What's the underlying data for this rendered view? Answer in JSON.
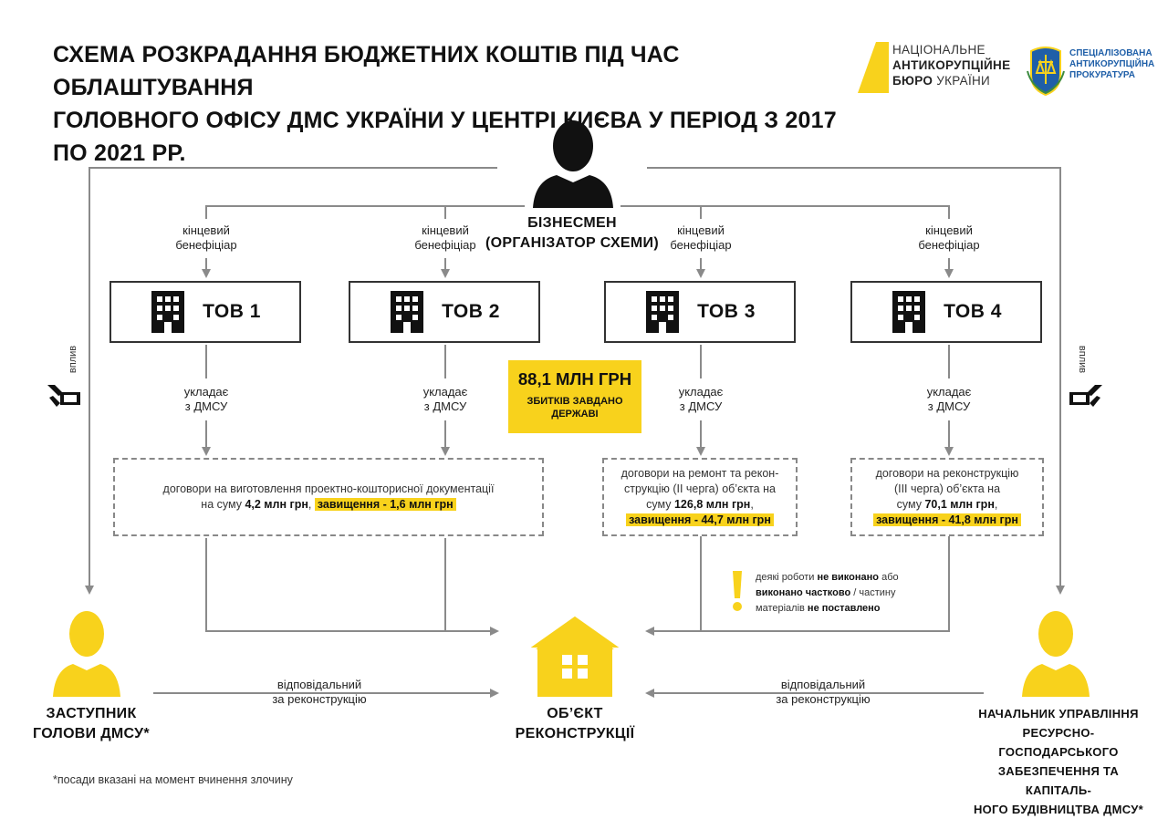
{
  "title": {
    "line1": "СХЕМА РОЗКРАДАННЯ БЮДЖЕТНИХ КОШТІВ ПІД ЧАС ОБЛАШТУВАННЯ",
    "line2": "ГОЛОВНОГО ОФІСУ ДМС УКРАЇНИ У ЦЕНТРІ КИЄВА У ПЕРІОД З 2017 ПО 2021 РР."
  },
  "logos": {
    "nabu": {
      "line1": "НАЦІОНАЛЬНЕ",
      "line2": "АНТИКОРУПЦІЙНЕ",
      "line3a": "БЮРО",
      "line3b": " УКРАЇНИ"
    },
    "sap": {
      "line1": "СПЕЦІАЛІЗОВАНА",
      "line2": "АНТИКОРУПЦІЙНА",
      "line3": "ПРОКУРАТУРА"
    }
  },
  "businessman": {
    "line1": "БІЗНЕСМЕН",
    "line2": "(ОРГАНІЗАТОР СХЕМИ)"
  },
  "beneficiary_label": {
    "line1": "кінцевий",
    "line2": "бенефіціар"
  },
  "companies": [
    {
      "label": "ТОВ 1"
    },
    {
      "label": "ТОВ 2"
    },
    {
      "label": "ТОВ 3"
    },
    {
      "label": "ТОВ 4"
    }
  ],
  "contract_label": {
    "line1": "укладає",
    "line2": "з ДМСУ"
  },
  "damage": {
    "amount": "88,1 МЛН ГРН",
    "line1": "ЗБИТКІВ ЗАВДАНО",
    "line2": "ДЕРЖАВІ"
  },
  "contracts": {
    "c12": {
      "line1": "договори на виготовлення проектно-кошторисної документації",
      "pre": "на суму ",
      "sum": "4,2 млн грн",
      "sep": ", ",
      "overprice": "завищення - 1,6 млн грн"
    },
    "c3": {
      "line1": "договори на ремонт та рекон-",
      "line2": "струкцію (ІІ черга) об’єкта на",
      "pre": "суму ",
      "sum": "126,8 млн грн",
      "sep": ",",
      "overprice": "завищення - 44,7 млн грн"
    },
    "c4": {
      "line1": "договори на реконструкцію",
      "line2": "(ІІІ черга) об’єкта на",
      "pre": "суму ",
      "sum": "70,1 млн грн",
      "sep": ",",
      "overprice": "завищення - 41,8 млн грн"
    }
  },
  "note": {
    "a": "деякі роботи ",
    "b": "не виконано",
    "c": " або",
    "d": "виконано частково",
    "e": " / частину",
    "f": "матеріалів ",
    "g": "не поставлено"
  },
  "object": {
    "line1": "ОБ’ЄКТ",
    "line2": "РЕКОНСТРУКЦІЇ"
  },
  "responsible": {
    "line1": "відповідальний",
    "line2": "за реконструкцію"
  },
  "influence": "вплив",
  "deputy": {
    "line1": "ЗАСТУПНИК",
    "line2": "ГОЛОВИ ДМСУ*"
  },
  "head": {
    "line1": "НАЧАЛЬНИК  УПРАВЛІННЯ",
    "line2": "РЕСУРСНО-ГОСПОДАРСЬКОГО",
    "line3": "ЗАБЕЗПЕЧЕННЯ ТА КАПІТАЛЬ-",
    "line4": "НОГО БУДІВНИЦТВА ДМСУ*"
  },
  "footnote": "*посади вказані на момент вчинення злочину",
  "colors": {
    "yellow": "#f8d21c",
    "line": "#8a8a8a",
    "dark": "#111111",
    "sap_blue": "#1f5fa8"
  },
  "icons": [
    "person-icon",
    "building-icon",
    "house-icon",
    "warning-icon",
    "handshake-money-icon"
  ]
}
